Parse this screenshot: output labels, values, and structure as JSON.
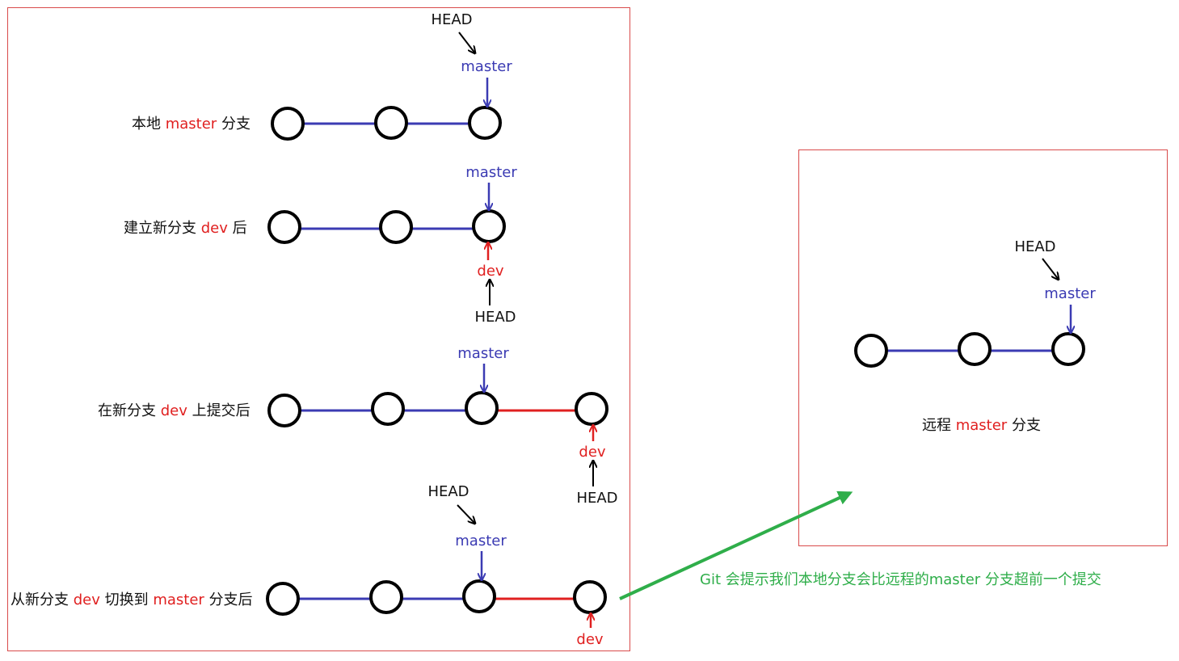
{
  "colors": {
    "frame": "#d94b4b",
    "master": "#3b3bb3",
    "dev": "#e02020",
    "node_stroke": "#000000",
    "pointer": "#000000",
    "note": "#2fae4a"
  },
  "local": {
    "rows": [
      {
        "label_parts": [
          {
            "text": "本地 ",
            "color": "black"
          },
          {
            "text": "master",
            "color": "red"
          },
          {
            "text": " 分支",
            "color": "black"
          }
        ],
        "commits": 3,
        "dev_commits": 0,
        "head_target": "master",
        "labels": {
          "master": "master",
          "head": "HEAD"
        }
      },
      {
        "label_parts": [
          {
            "text": "建立新分支 ",
            "color": "black"
          },
          {
            "text": "dev",
            "color": "red"
          },
          {
            "text": " 后",
            "color": "black"
          }
        ],
        "commits": 3,
        "dev_commits": 0,
        "head_target": "dev",
        "labels": {
          "master": "master",
          "dev": "dev",
          "head": "HEAD"
        }
      },
      {
        "label_parts": [
          {
            "text": "在新分支 ",
            "color": "black"
          },
          {
            "text": "dev",
            "color": "red"
          },
          {
            "text": " 上提交后",
            "color": "black"
          }
        ],
        "commits": 3,
        "dev_commits": 1,
        "head_target": "dev",
        "labels": {
          "master": "master",
          "dev": "dev",
          "head": "HEAD"
        }
      },
      {
        "label_parts": [
          {
            "text": "从新分支 ",
            "color": "black"
          },
          {
            "text": "dev",
            "color": "red"
          },
          {
            "text": " 切换到 ",
            "color": "black"
          },
          {
            "text": "master",
            "color": "red"
          },
          {
            "text": " 分支后",
            "color": "black"
          }
        ],
        "commits": 3,
        "dev_commits": 1,
        "head_target": "master",
        "labels": {
          "master": "master",
          "dev": "dev",
          "head": "HEAD"
        }
      }
    ]
  },
  "remote": {
    "label_parts": [
      {
        "text": "远程 ",
        "color": "black"
      },
      {
        "text": "master",
        "color": "red"
      },
      {
        "text": " 分支",
        "color": "black"
      }
    ],
    "commits": 3,
    "head_target": "master",
    "labels": {
      "master": "master",
      "head": "HEAD"
    }
  },
  "note": {
    "text": "Git 会提示我们本地分支会比远程的master 分支超前一个提交"
  }
}
